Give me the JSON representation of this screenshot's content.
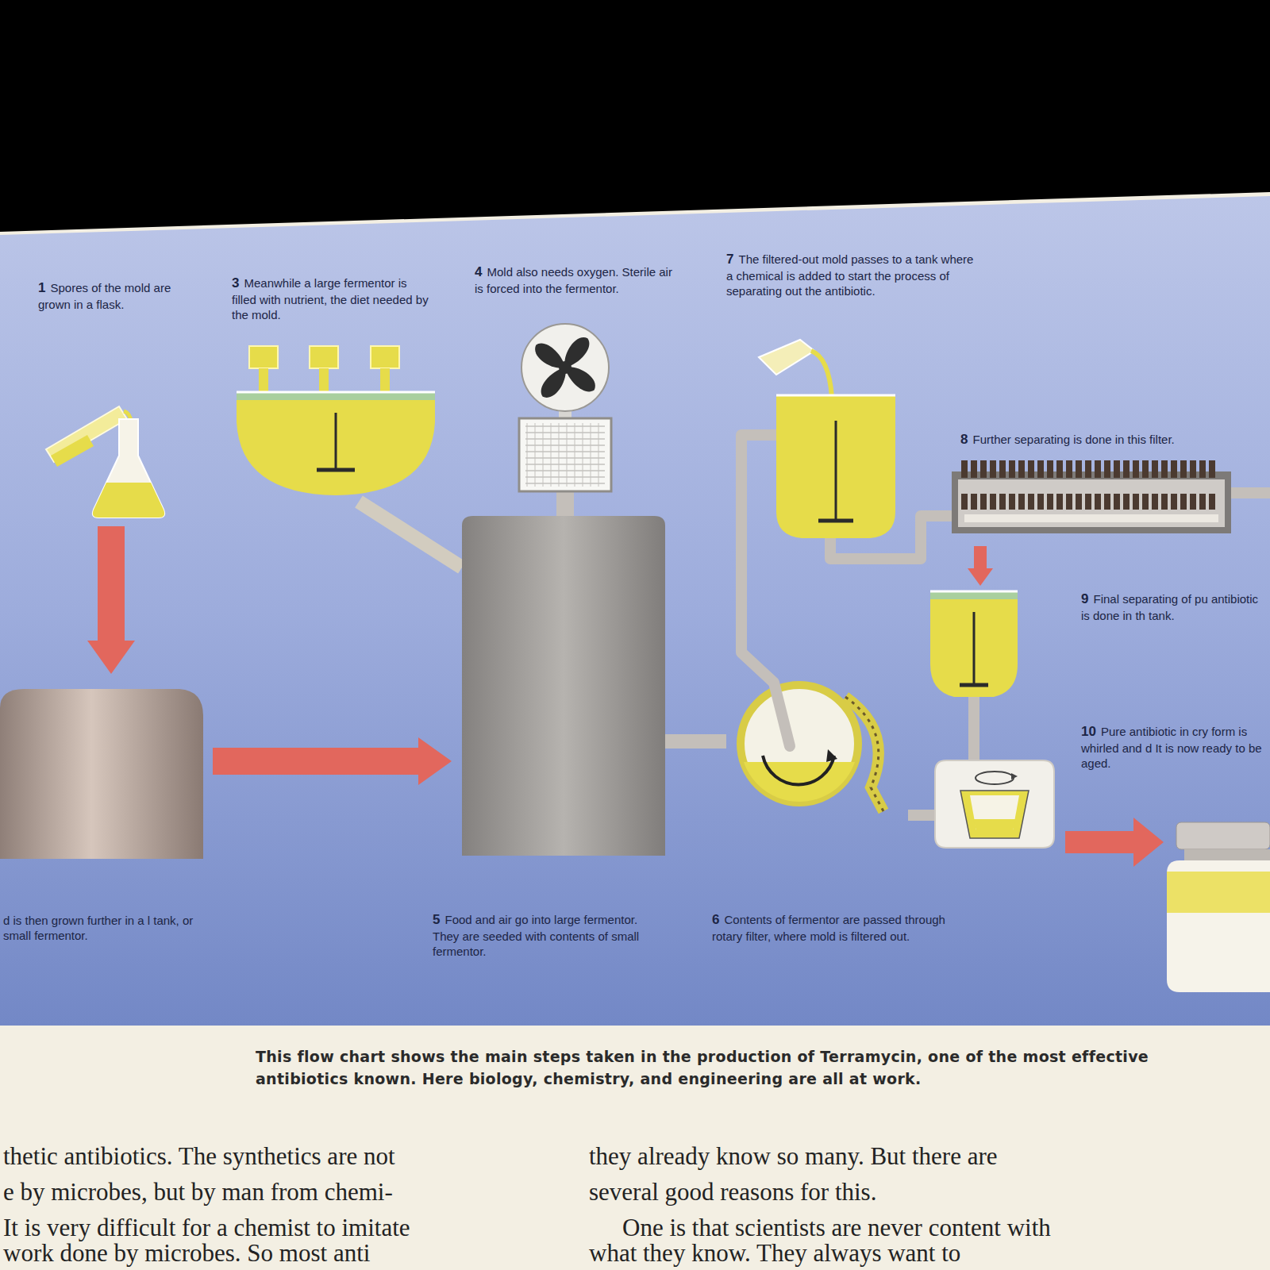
{
  "diagram": {
    "caption": "This flow chart shows the main steps taken in the production of Terramycin, one of the most effective antibiotics known. Here biology, chemistry, and engineering are all at work.",
    "nodes": [
      {
        "text": [
          "1",
          "Spores of the mold are grown in a flask."
        ]
      },
      {
        "text": [
          "d is then grown further in a l tank, or small fermentor."
        ]
      },
      {
        "text": [
          "3",
          "Meanwhile a large fermentor is filled with nutrient, the diet needed by the mold."
        ]
      },
      {
        "text": [
          "4",
          "Mold also needs oxygen. Sterile air is forced into the fermentor."
        ]
      },
      {
        "text": [
          "5",
          "Food and air go into large fermentor. They are seeded with contents of small fermentor."
        ]
      },
      {
        "text": [
          "6",
          "Contents of fermentor are passed through rotary filter, where mold is filtered out."
        ]
      },
      {
        "text": [
          "7",
          "The filtered-out mold passes to a tank where a chemical is added to start the process of separating out the antibiotic."
        ]
      },
      {
        "text": [
          "8",
          "Further separating is done in this filter."
        ]
      },
      {
        "text": [
          "9",
          "Final separating of pu antibiotic is done in th tank."
        ]
      },
      {
        "text": [
          "10",
          "Pure antibiotic in cry form is whirled and d It is now ready to be aged."
        ]
      }
    ],
    "edges": [
      {
        "from": 0,
        "to": 1,
        "arrow": "to"
      },
      {
        "from": 1,
        "to": 4,
        "arrow": "to"
      },
      {
        "from": 2,
        "to": 4,
        "arrow": "none"
      },
      {
        "from": 3,
        "to": 4,
        "arrow": "none"
      },
      {
        "from": 4,
        "to": 5,
        "arrow": "none"
      },
      {
        "from": 5,
        "to": 6,
        "arrow": "none"
      },
      {
        "from": 6,
        "to": 7,
        "arrow": "none"
      },
      {
        "from": 7,
        "to": 8,
        "arrow": "to"
      },
      {
        "from": 8,
        "to": 9,
        "arrow": "none"
      }
    ],
    "labels": [
      "thetic antibiotics. The synthetics are not",
      "e by microbes, but by man from chemi-",
      "It is very difficult for a chemist to imitate",
      "work done by microbes. So most anti",
      "they already know so many. But there are",
      "several good reasons for this.",
      "One is that scientists are never content with",
      "what they know. They always want to"
    ]
  }
}
